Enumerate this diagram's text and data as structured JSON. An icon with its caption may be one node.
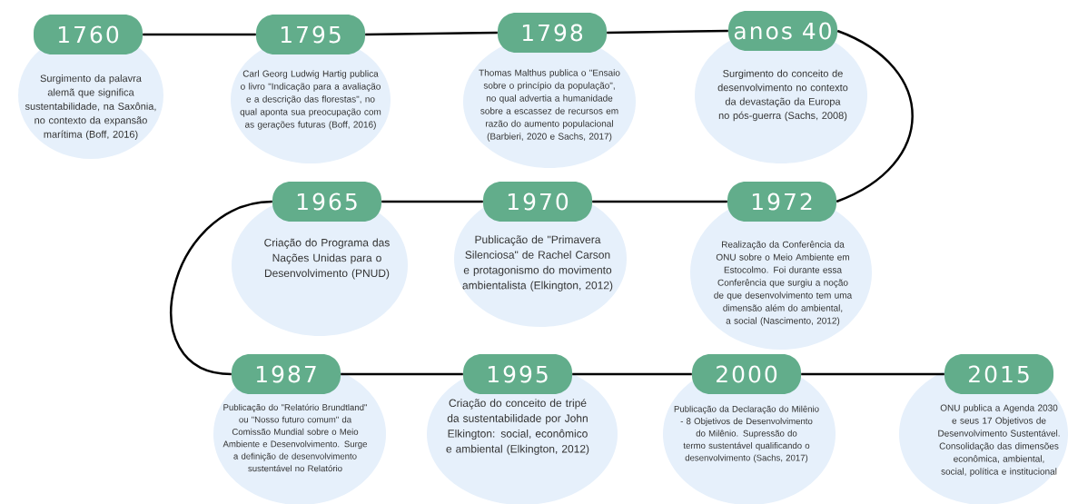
{
  "diagram": {
    "nodes": [
      {
        "text": [
          "1760",
          "Surgimento da palavra alemã que significa sustentabilidade, na Saxônia, no contexto da expansão marítima (Boff, 2016)"
        ]
      },
      {
        "text": [
          "1795",
          "Carl Georg Ludwig Hartig publica o livro \"Indicação para a avaliação e a descrição das florestas\", no qual aponta sua preocupação com as gerações futuras (Boff, 2016)"
        ]
      },
      {
        "text": [
          "1798",
          "Thomas Malthus publica o \"Ensaio sobre o princípio da população\", no qual advertia a humanidade sobre a escassez de recursos em razão do aumento populacional (Barbieri, 2020 e Sachs, 2017)"
        ]
      },
      {
        "text": [
          "anos 40",
          "Surgimento do conceito de desenvolvimento no contexto da devastação da Europa no pós-guerra (Sachs, 2008)"
        ]
      },
      {
        "text": [
          "1965",
          "Criação do Programa das Nações Unidas para o Desenvolvimento (PNUD)"
        ]
      },
      {
        "text": [
          "1970",
          "Publicação de \"Primavera Silenciosa\" de Rachel Carson e protagonismo do movimento ambientalista (Elkington, 2012)"
        ]
      },
      {
        "text": [
          "1972",
          "Realização da Conferência da ONU sobre o Meio Ambiente em Estocolmo. Foi durante essa Conferência que surgiu a noção de que desenvolvimento tem uma dimensão além do ambiental, a social (Nascimento, 2012)"
        ]
      },
      {
        "text": [
          "1987",
          "Publicação do \"Relatório Brundtland\" ou \"Nosso futuro comum\" da Comissão Mundial sobre o Meio Ambiente e Desenvolvimento. Surge a definição de desenvolvimento sustentável no Relatório"
        ]
      },
      {
        "text": [
          "1995",
          "Criação do conceito de tripé da sustentabilidade por John Elkington: social, econômico e ambiental (Elkington, 2012)"
        ]
      },
      {
        "text": [
          "2000",
          "Publicação da Declaração do Milênio - 8 Objetivos de Desenvolvimento do Milênio. Supressão do termo sustentável qualificando o desenvolvimento (Sachs, 2017)"
        ]
      },
      {
        "text": [
          "2015",
          "ONU publica a Agenda 2030 e seus 17 Objetivos de Desenvolvimento Sustentável. Consolidação das dimensões econômica, ambiental, social, política e institucional"
        ]
      }
    ],
    "edges": [
      {
        "from": 0,
        "to": 1,
        "arrow": "none"
      },
      {
        "from": 1,
        "to": 2,
        "arrow": "none"
      },
      {
        "from": 2,
        "to": 3,
        "arrow": "none"
      },
      {
        "from": 3,
        "to": 6,
        "arrow": "none"
      },
      {
        "from": 6,
        "to": 5,
        "arrow": "none"
      },
      {
        "from": 5,
        "to": 4,
        "arrow": "none"
      },
      {
        "from": 4,
        "to": 7,
        "arrow": "none"
      },
      {
        "from": 7,
        "to": 8,
        "arrow": "none"
      },
      {
        "from": 8,
        "to": 9,
        "arrow": "none"
      },
      {
        "from": 9,
        "to": 10,
        "arrow": "none"
      }
    ]
  }
}
